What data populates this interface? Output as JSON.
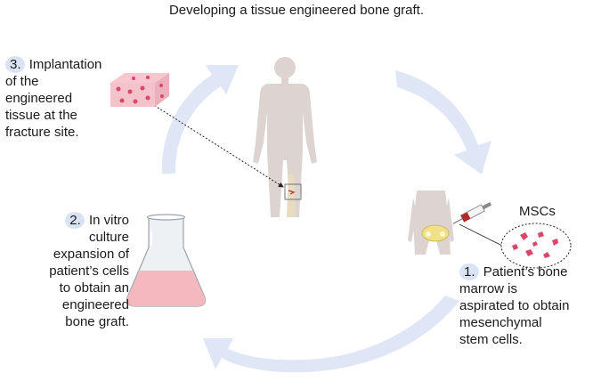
{
  "title": "Developing a tissue engineered bone graft.",
  "steps": [
    {
      "number": "1.",
      "lines": [
        "Patient’s bone",
        "marrow is",
        "aspirated to obtain",
        "mesenchymal",
        "stem cells."
      ]
    },
    {
      "number": "2.",
      "lines": [
        "In vitro",
        "culture",
        "expansion of",
        "patient’s cells",
        "to obtain an",
        "engineered",
        "bone graft."
      ]
    },
    {
      "number": "3.",
      "lines": [
        "Implantation",
        "of the",
        "engineered",
        "tissue at the",
        "fracture site."
      ]
    }
  ],
  "msc_label": "MSCs",
  "colors": {
    "cycle_arrow": "#dfe6f5",
    "badge": "#d9e3f3",
    "culture_medium": "#f4b8be",
    "cells": "#d9476a",
    "body": "#ddd4d2",
    "pelvis": "#f1e08a"
  },
  "icons": [
    "human-body-icon",
    "pelvis-icon",
    "syringe-icon",
    "petri-dish-icon",
    "flask-icon",
    "scaffold-icon",
    "cycle-arrow-icon"
  ]
}
